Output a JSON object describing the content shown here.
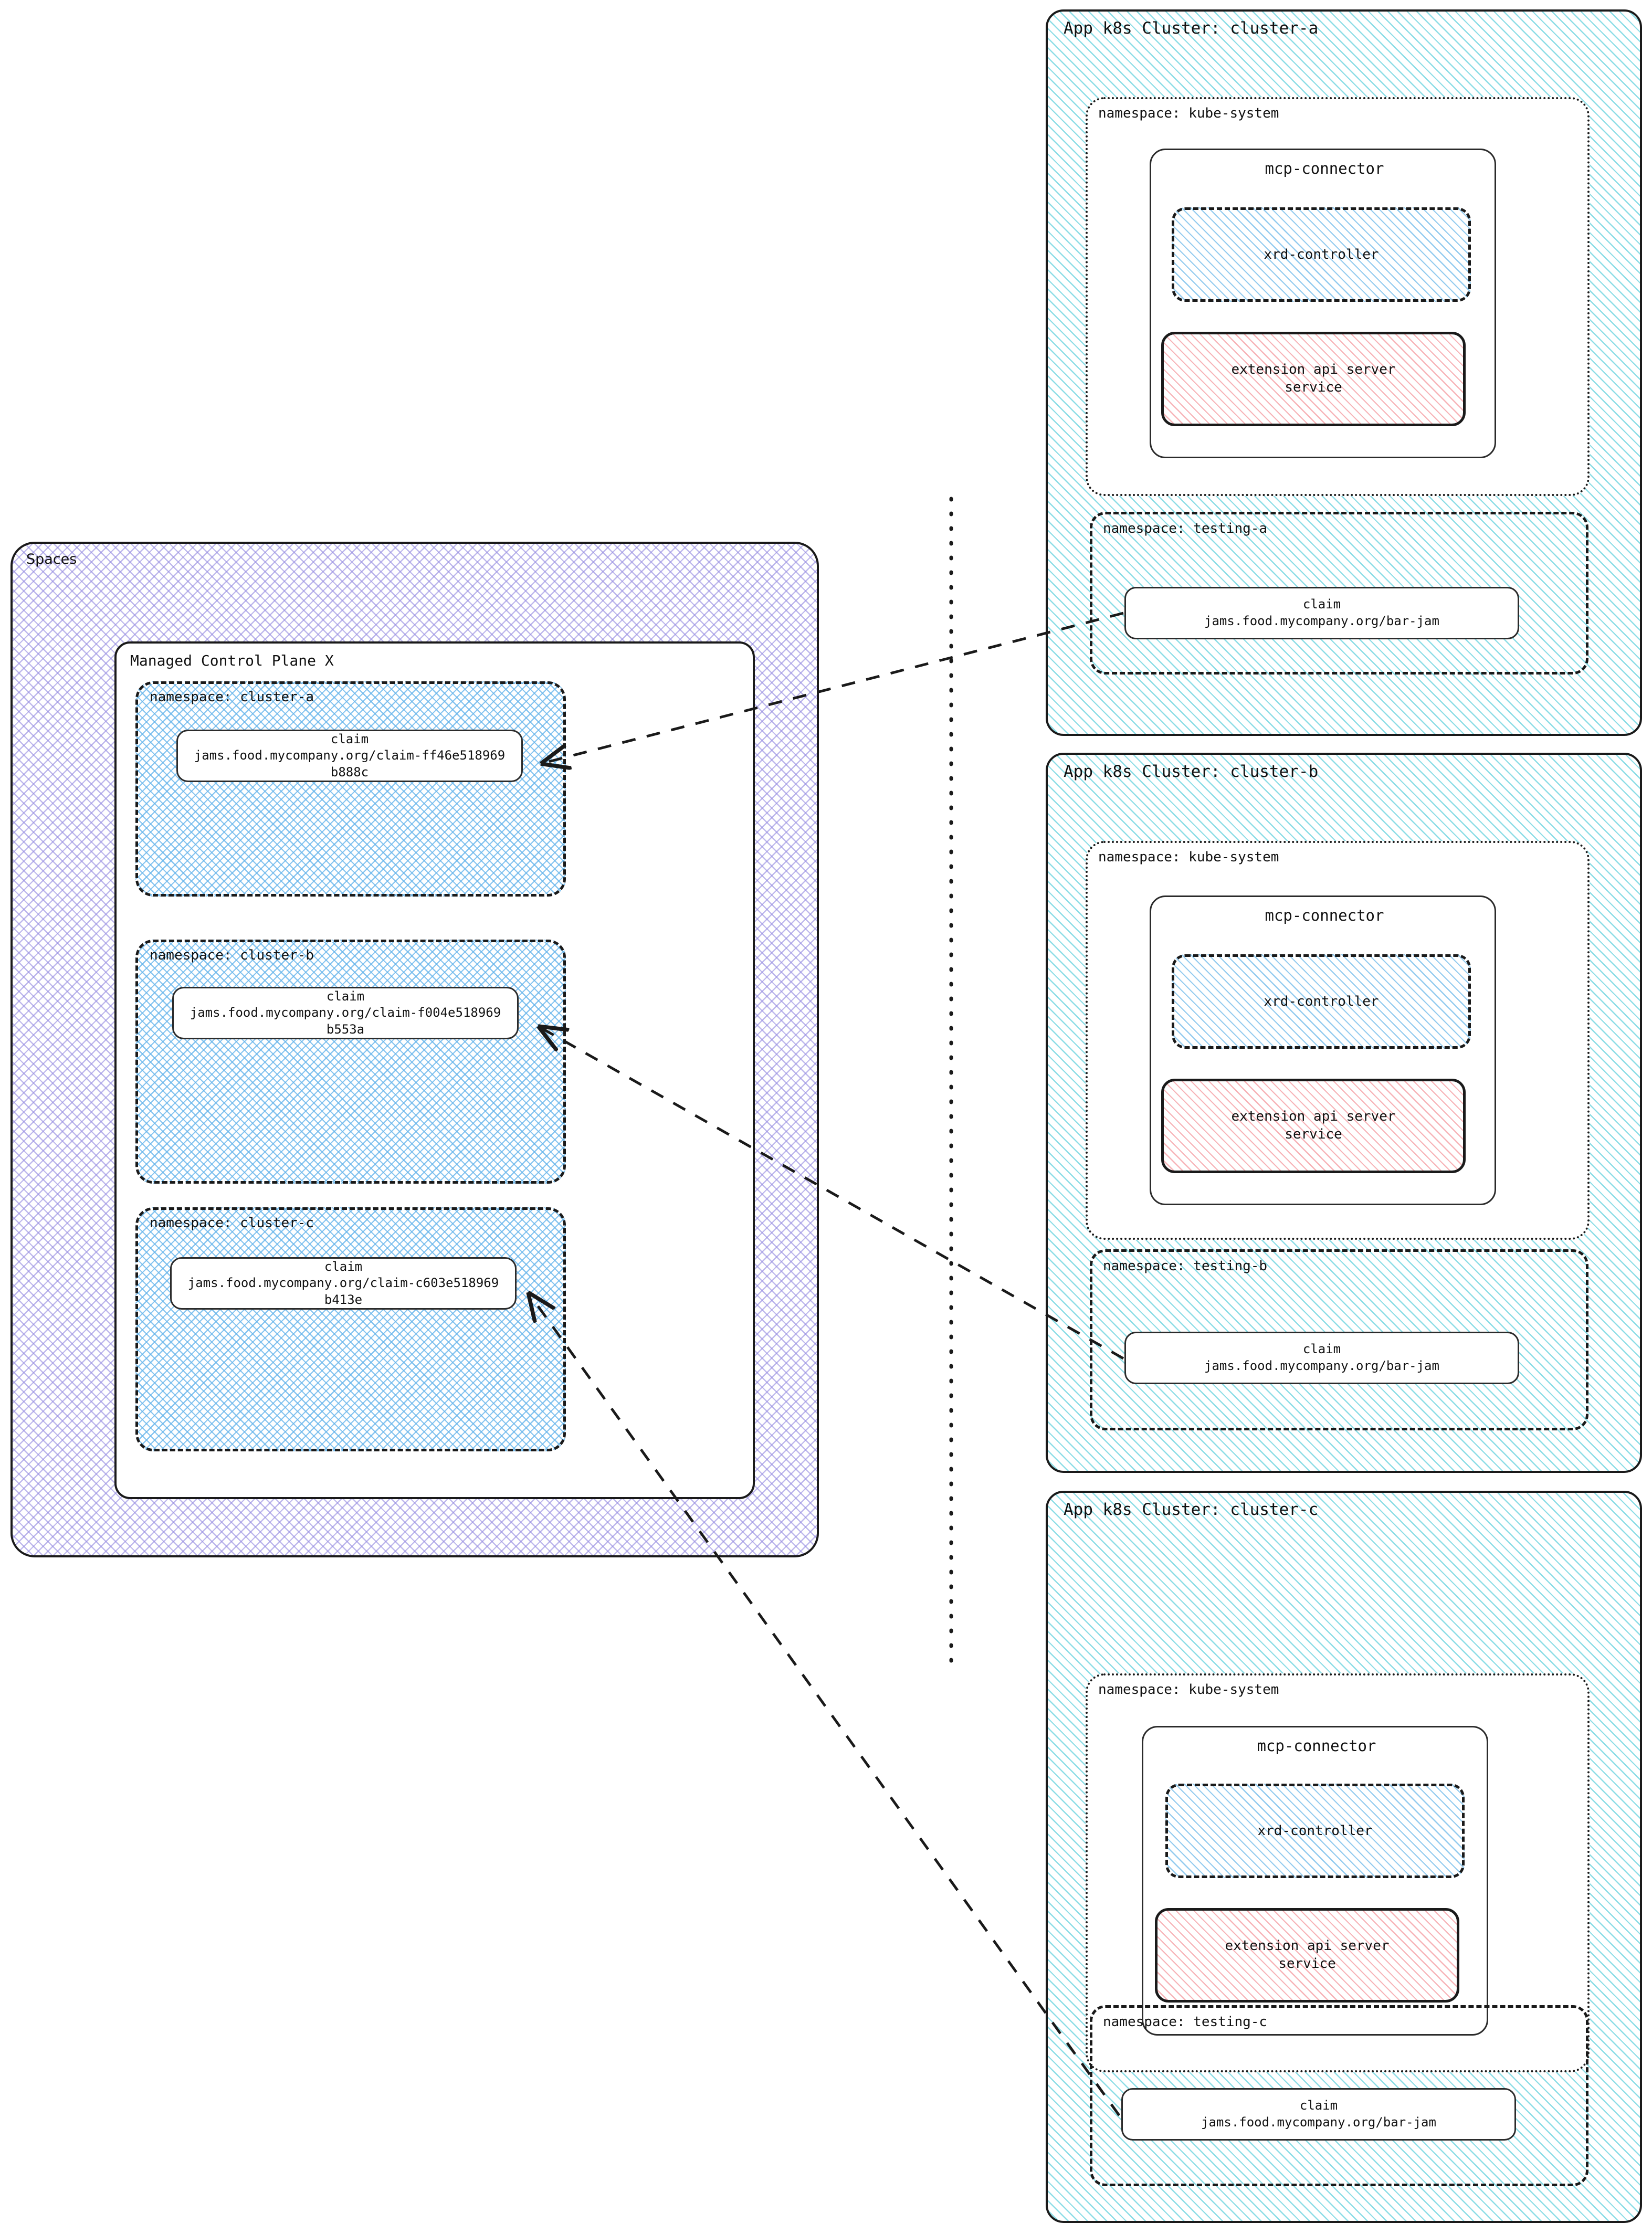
{
  "spaces": {
    "title": "Spaces",
    "mcp": {
      "title": "Managed Control Plane X",
      "namespaces": [
        {
          "label": "namespace: cluster-a",
          "claim": {
            "kind": "claim",
            "ref": "jams.food.mycompany.org/claim-ff46e518969b888c"
          }
        },
        {
          "label": "namespace: cluster-b",
          "claim": {
            "kind": "claim",
            "ref": "jams.food.mycompany.org/claim-f004e518969b553a"
          }
        },
        {
          "label": "namespace: cluster-c",
          "claim": {
            "kind": "claim",
            "ref": "jams.food.mycompany.org/claim-c603e518969b413e"
          }
        }
      ]
    }
  },
  "clusters": [
    {
      "title": "App k8s Cluster: cluster-a",
      "kube_namespace": "namespace: kube-system",
      "connector": {
        "title": "mcp-connector",
        "xrd_controller": "xrd-controller",
        "ext_api_server": "extension api server\nservice",
        "ext_api_line1": "extension api server",
        "ext_api_line2": "service"
      },
      "testing_namespace": "namespace: testing-a",
      "claim": {
        "kind": "claim",
        "ref": "jams.food.mycompany.org/bar-jam"
      }
    },
    {
      "title": "App k8s Cluster: cluster-b",
      "kube_namespace": "namespace: kube-system",
      "connector": {
        "title": "mcp-connector",
        "xrd_controller": "xrd-controller",
        "ext_api_server": "extension api server\nservice",
        "ext_api_line1": "extension api server",
        "ext_api_line2": "service"
      },
      "testing_namespace": "namespace: testing-b",
      "claim": {
        "kind": "claim",
        "ref": "jams.food.mycompany.org/bar-jam"
      }
    },
    {
      "title": "App k8s Cluster: cluster-c",
      "kube_namespace": "namespace: kube-system",
      "connector": {
        "title": "mcp-connector",
        "xrd_controller": "xrd-controller",
        "ext_api_server": "extension api server\nservice",
        "ext_api_line1": "extension api server",
        "ext_api_line2": "service"
      },
      "testing_namespace": "namespace: testing-c",
      "claim": {
        "kind": "claim",
        "ref": "jams.food.mycompany.org/bar-jam"
      }
    }
  ],
  "colors": {
    "stroke": "#1a1a1a",
    "spaces_hatch": "#968ce1",
    "cluster_hatch": "#78d7e1",
    "xrd_hatch": "#78bee8",
    "ext_api_hatch": "#f5a0a5",
    "namespace_hatch": "#64b4eb",
    "background": "#ffffff"
  },
  "connections": [
    {
      "from": "cluster-a testing-a claim",
      "to": "cluster-a namespace claim"
    },
    {
      "from": "cluster-b testing-b claim",
      "to": "cluster-b namespace claim"
    },
    {
      "from": "cluster-c testing-c claim",
      "to": "cluster-c namespace claim"
    }
  ]
}
